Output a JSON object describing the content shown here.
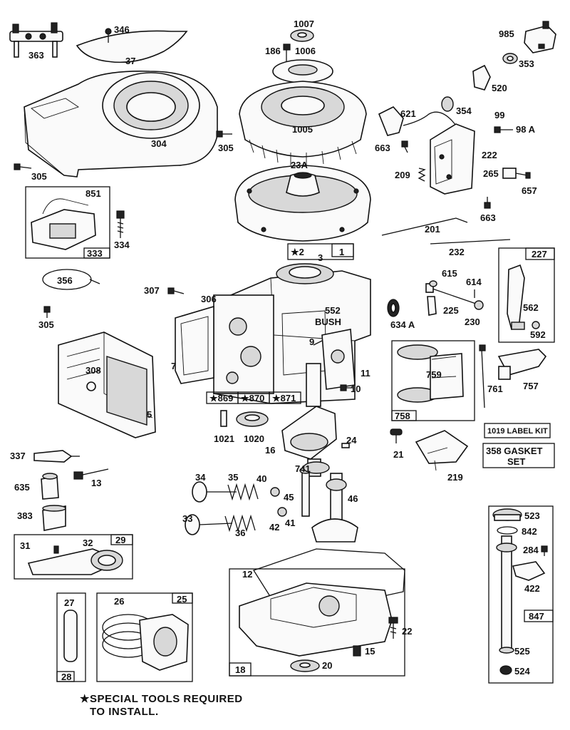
{
  "parts": {
    "p363": "363",
    "p37": "37",
    "p346": "346",
    "p304": "304",
    "p305a": "305",
    "p305b": "305",
    "p305c": "305",
    "p1007": "1007",
    "p186": "186",
    "p1006": "1006",
    "p1005": "1005",
    "p23a": "23A",
    "p985": "985",
    "p353": "353",
    "p520": "520",
    "p354": "354",
    "p621": "621",
    "p99": "99",
    "p98a": "98 A",
    "p663a": "663",
    "p222": "222",
    "p209": "209",
    "p265": "265",
    "p657": "657",
    "p663b": "663",
    "p201": "201",
    "p851": "851",
    "p333": "333",
    "p334": "334",
    "p356": "356",
    "p2": "★2",
    "p3": "3",
    "p1": "1",
    "p307": "307",
    "p306": "306",
    "p552": "552",
    "bush": "BUSH",
    "p634a": "634 A",
    "p232": "232",
    "p227": "227",
    "p615": "615",
    "p614": "614",
    "p225": "225",
    "p230": "230",
    "p562": "562",
    "p592": "592",
    "p9": "9",
    "p7": "7",
    "p11": "11",
    "p10": "10",
    "p869": "★869",
    "p870": "★870",
    "p871": "★871",
    "p308": "308",
    "p5": "5",
    "p759": "759",
    "p761": "761",
    "p757": "757",
    "p758": "758",
    "p1021": "1021",
    "p1020": "1020",
    "p16": "16",
    "p24": "24",
    "p21": "21",
    "p219": "219",
    "label_kit": "1019 LABEL KIT",
    "gasket_set_1": "358 GASKET",
    "gasket_set_2": "SET",
    "p337": "337",
    "p635": "635",
    "p13": "13",
    "p383": "383",
    "p34": "34",
    "p35": "35",
    "p40": "40",
    "p741": "741",
    "p45": "45",
    "p46": "46",
    "p33": "33",
    "p36": "36",
    "p41": "41",
    "p42": "42",
    "p31": "31",
    "p32": "32",
    "p29": "29",
    "p12": "12",
    "p27": "27",
    "p28": "28",
    "p26": "26",
    "p25": "25",
    "p18": "18",
    "p20": "20",
    "p15": "15",
    "p22": "22",
    "p523": "523",
    "p842": "842",
    "p284": "284",
    "p422": "422",
    "p847": "847",
    "p525": "525",
    "p524": "524"
  },
  "footnote": {
    "line1": "★SPECIAL TOOLS REQUIRED",
    "line2": "TO INSTALL."
  }
}
